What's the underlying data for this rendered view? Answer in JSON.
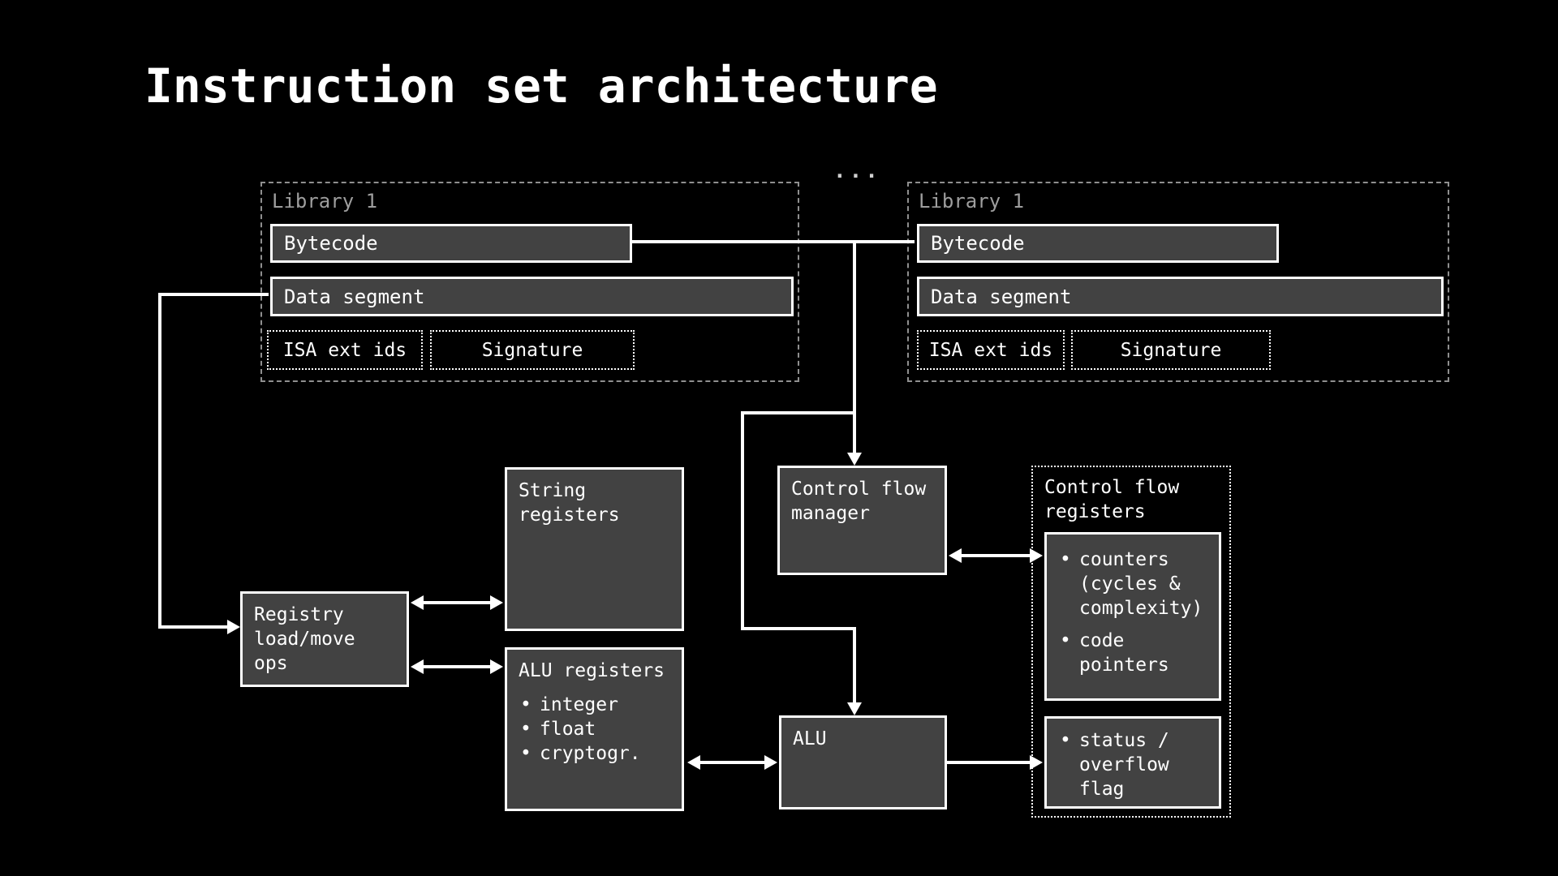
{
  "slide": {
    "title": "Instruction set architecture",
    "ellipsis": "..."
  },
  "colors": {
    "background": "#000000",
    "box_fill": "#424242",
    "box_border": "#ffffff",
    "library_border": "#8f8f8f",
    "library_label_text": "#9e9e9e",
    "text": "#f5f5f5",
    "arrow": "#ffffff"
  },
  "libraries": [
    {
      "label": "Library 1",
      "bytecode": "Bytecode",
      "data_segment": "Data segment",
      "isa_ext_ids": "ISA ext ids",
      "signature": "Signature"
    },
    {
      "label": "Library 1",
      "bytecode": "Bytecode",
      "data_segment": "Data segment",
      "isa_ext_ids": "ISA ext ids",
      "signature": "Signature"
    }
  ],
  "nodes": {
    "string_registers": {
      "label": "String registers"
    },
    "registry_load_move_ops": {
      "label": "Registry load/move ops"
    },
    "alu_registers": {
      "label": "ALU registers",
      "items": [
        "integer",
        "float",
        "cryptogr."
      ]
    },
    "control_flow_manager": {
      "label": "Control flow manager"
    },
    "alu": {
      "label": "ALU"
    },
    "control_flow_registers": {
      "label": "Control flow registers",
      "counter_items": [
        "counters (cycles & complexity)",
        "code pointers"
      ],
      "status_items": [
        "status / overflow flag"
      ]
    }
  }
}
